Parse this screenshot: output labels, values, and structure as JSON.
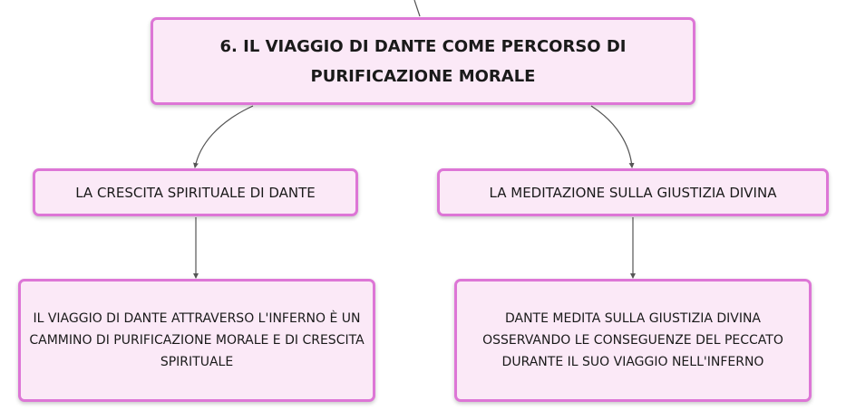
{
  "root": {
    "label": "6. IL VIAGGIO DI DANTE COME PERCORSO DI PURIFICAZIONE MORALE"
  },
  "branches": [
    {
      "label": "LA CRESCITA SPIRITUALE DI DANTE",
      "child": {
        "label": "IL VIAGGIO DI DANTE ATTRAVERSO L'INFERNO È UN CAMMINO DI PURIFICAZIONE MORALE E DI CRESCITA SPIRITUALE"
      }
    },
    {
      "label": "LA MEDITAZIONE SULLA GIUSTIZIA DIVINA",
      "child": {
        "label": "DANTE MEDITA SULLA GIUSTIZIA DIVINA OSSERVANDO LE CONSEGUENZE DEL PECCATO DURANTE IL SUO VIAGGIO NELL'INFERNO"
      }
    }
  ],
  "colors": {
    "node_fill": "#fbe9f7",
    "node_border": "#dd76d6",
    "connector": "#555555",
    "text": "#1a1a1a"
  }
}
